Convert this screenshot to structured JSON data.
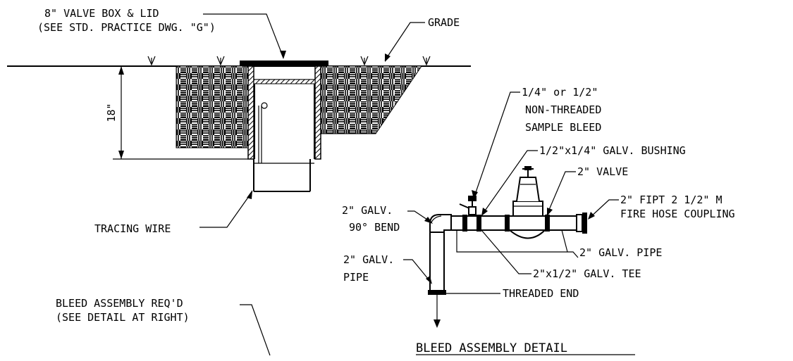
{
  "drawing": {
    "labels": {
      "valve_box_1": "8\" VALVE BOX & LID",
      "valve_box_2": "(SEE STD. PRACTICE DWG. \"G\")",
      "grade": "GRADE",
      "depth": "18\"",
      "tracing_wire": "TRACING WIRE",
      "bleed_req_1": "BLEED ASSEMBLY REQ'D",
      "bleed_req_2": "(SEE DETAIL AT RIGHT)",
      "sample_1": "1/4\" or 1/2\"",
      "sample_2": "NON-THREADED",
      "sample_3": "SAMPLE BLEED",
      "bushing": "1/2\"x1/4\" GALV. BUSHING",
      "valve": "2\" VALVE",
      "fipt_1": "2\" FIPT 2 1/2\" M",
      "fipt_2": "FIRE HOSE COUPLING",
      "bend_1": "2\" GALV.",
      "bend_2": "90° BEND",
      "pipe_v_1": "2\" GALV.",
      "pipe_v_2": "PIPE",
      "pipe_h": "2\" GALV. PIPE",
      "tee": "2\"x1/2\" GALV. TEE",
      "threaded": "THREADED END",
      "detail_title": "BLEED ASSEMBLY DETAIL"
    }
  }
}
